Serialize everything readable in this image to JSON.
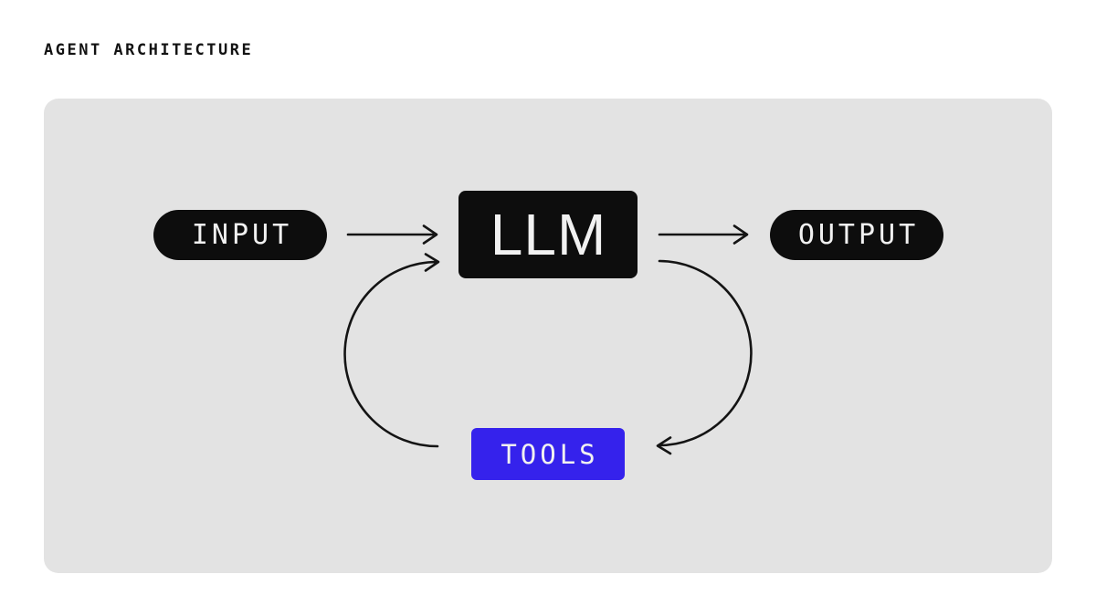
{
  "title": "AGENT ARCHITECTURE",
  "colors": {
    "page_background": "#ffffff",
    "panel_background": "#e3e3e3",
    "node_black": "#0d0d0d",
    "node_blue": "#3522ec",
    "node_text": "#f1f1f1",
    "arrow": "#141414",
    "title_text": "#121212"
  },
  "diagram": {
    "nodes": [
      {
        "id": "input",
        "label": "INPUT",
        "shape": "pill"
      },
      {
        "id": "llm",
        "label": "LLM",
        "shape": "rectangle"
      },
      {
        "id": "output",
        "label": "OUTPUT",
        "shape": "pill"
      },
      {
        "id": "tools",
        "label": "TOOLS",
        "shape": "rectangle"
      }
    ],
    "edges": [
      {
        "from": "input",
        "to": "llm",
        "style": "straight"
      },
      {
        "from": "llm",
        "to": "output",
        "style": "straight"
      },
      {
        "from": "tools",
        "to": "llm",
        "style": "curved-left-loop"
      },
      {
        "from": "llm",
        "to": "tools",
        "style": "curved-right-loop"
      }
    ]
  }
}
